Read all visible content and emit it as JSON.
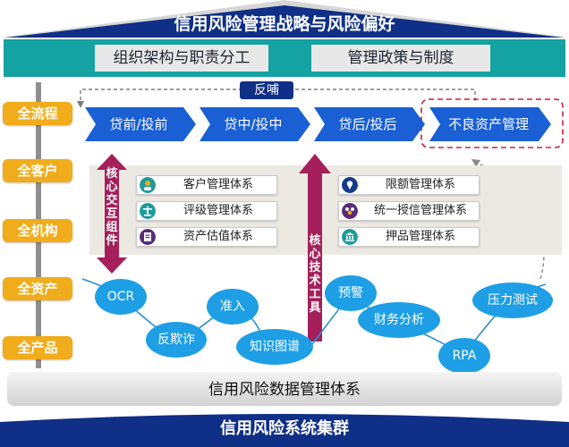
{
  "header": {
    "title": "信用风险管理战略与风险偏好"
  },
  "band": {
    "left_box": "组织架构与职责分工",
    "right_box": "管理政策与制度"
  },
  "left_column": {
    "items": [
      {
        "label": "全流程"
      },
      {
        "label": "全客户"
      },
      {
        "label": "全机构"
      },
      {
        "label": "全资产"
      },
      {
        "label": "全产品"
      }
    ]
  },
  "feedback": {
    "label": "反哺"
  },
  "process": {
    "stages": [
      {
        "label": "贷前/投前"
      },
      {
        "label": "贷中/投中"
      },
      {
        "label": "贷后/投后"
      },
      {
        "label": "不良资产管理"
      }
    ]
  },
  "interaction": {
    "label_chars": [
      "核",
      "心",
      "交",
      "互",
      "组",
      "件"
    ]
  },
  "tools": {
    "label_chars": [
      "核",
      "心",
      "技",
      "术",
      "工",
      "具"
    ]
  },
  "systems": {
    "left": [
      {
        "label": "客户管理体系",
        "icon": "user-check-icon"
      },
      {
        "label": "评级管理体系",
        "icon": "scale-icon"
      },
      {
        "label": "资产估值体系",
        "icon": "document-value-icon"
      }
    ],
    "right": [
      {
        "label": "限额管理体系",
        "icon": "pin-icon"
      },
      {
        "label": "统一授信管理体系",
        "icon": "group-icon"
      },
      {
        "label": "押品管理体系",
        "icon": "bank-icon"
      }
    ]
  },
  "tech": {
    "bubbles": [
      {
        "label": "OCR"
      },
      {
        "label": "反欺诈"
      },
      {
        "label": "准入"
      },
      {
        "label": "知识图谱"
      },
      {
        "label": "预警"
      },
      {
        "label": "财务分析"
      },
      {
        "label": "RPA"
      },
      {
        "label": "压力测试"
      }
    ]
  },
  "footer": {
    "data_label": "信用风险数据管理体系",
    "cluster_label": "信用风险系统集群"
  },
  "colors": {
    "navy": "#102f86",
    "process_blue": "#1a5fd3",
    "teal": "#14a2a2",
    "orange": "#f0ac1b",
    "bubble_blue": "#1e9fe5",
    "crimson": "#a5205a"
  }
}
